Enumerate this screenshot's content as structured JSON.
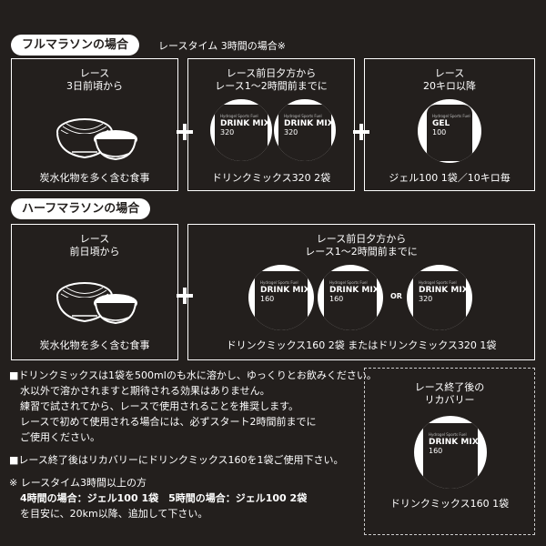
{
  "full": {
    "pill": "フルマラソンの場合",
    "subtitle": "レースタイム 3時間の場合※",
    "box1": {
      "title1": "レース",
      "title2": "3日前頃から",
      "caption": "炭水化物を多く含む食事"
    },
    "box2": {
      "title1": "レース前日夕方から",
      "title2": "レース1～2時間前までに",
      "caption": "ドリンクミックス320 2袋"
    },
    "box3": {
      "title1": "レース",
      "title2": "20キロ以降",
      "caption": "ジェル100 1袋／10キロ毎"
    }
  },
  "half": {
    "pill": "ハーフマラソンの場合",
    "box1": {
      "title1": "レース",
      "title2": "前日頃から",
      "caption": "炭水化物を多く含む食事"
    },
    "box2": {
      "title1": "レース前日夕方から",
      "title2": "レース1～2時間前までに",
      "caption": "ドリンクミックス160 2袋 またはドリンクミックス320 1袋"
    },
    "or_label": "OR"
  },
  "product": {
    "brand": "Hydrogel Sports Fuel",
    "drink_title1": "DRINK MIX",
    "drink_320": "320",
    "drink_160": "160",
    "gel_title": "GEL",
    "gel_100": "100"
  },
  "notes": {
    "line1": "■ドリンクミックスは1袋を500mlのも水に溶かし、ゆっくりとお飲みください。",
    "line2": "水以外で溶かされますと期待される効果はありません。",
    "line3": "練習で試されてから、レースで使用されることを推奨します。",
    "line4": "レースで初めて使用される場合には、必ずスタート2時間前までに",
    "line5": "ご使用ください。",
    "line6": "■レース終了後はリカバリーにドリンクミックス160を1袋ご使用下さい。",
    "line7": "※ レースタイム3時間以上の方",
    "line8": "4時間の場合：ジェル100 1袋　5時間の場合：ジェル100 2袋",
    "line9": "を目安に、20km以降、追加して下さい。"
  },
  "recovery": {
    "title1": "レース終了後の",
    "title2": "リカバリー",
    "caption": "ドリンクミックス160 1袋"
  },
  "colors": {
    "background": "#231f1d",
    "foreground": "#ffffff"
  }
}
